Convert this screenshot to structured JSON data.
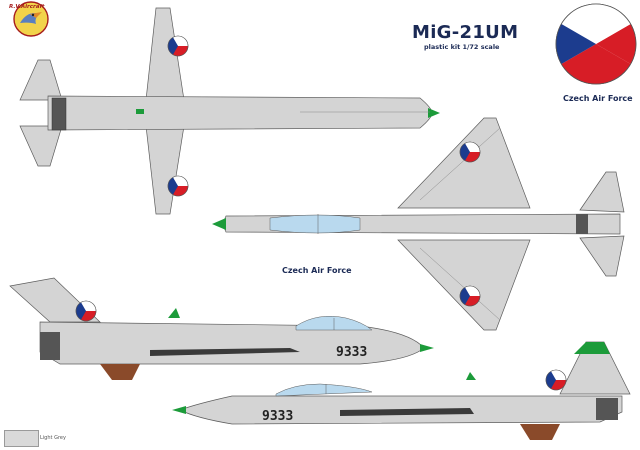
{
  "title": "MiG-21UM",
  "subtitle": "plastic kit 1/72 scale",
  "roundel_caption": "Czech Air Force",
  "side_view_caption": "Czech Air Force",
  "logo_text": "R.V.Aircraft",
  "aircraft_serial": "9333",
  "legend": {
    "swatch_label": "Light Grey",
    "swatch_color": "#d9d9d9"
  },
  "colors": {
    "camouflage": "#d4d4d4",
    "outline": "#5c5c5c",
    "roundel_white": "#ffffff",
    "roundel_red": "#d71d26",
    "roundel_blue": "#1c3c8e",
    "radome_green": "#1c9b3a",
    "intake_dark": "#444444",
    "anti_glare_brown": "#8a4a2a",
    "canopy_blue": "#b9d9ee",
    "text_navy": "#1b2a55"
  }
}
